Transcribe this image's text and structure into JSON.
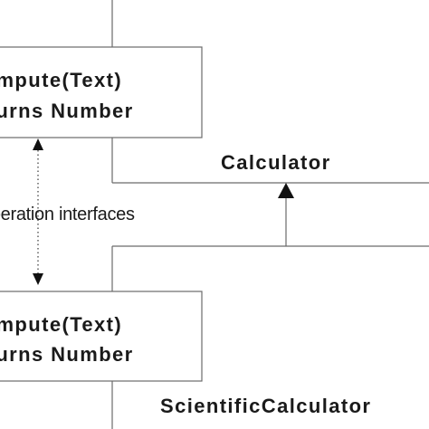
{
  "diagram": {
    "upper_operation": {
      "line1": "compute(Text)",
      "line2": "returns Number"
    },
    "lower_operation": {
      "line1": "compute(Text)",
      "line2": "returns Number"
    },
    "classes": {
      "calculator": "Calculator",
      "scientific_calculator": "ScientificCalculator"
    },
    "relation_label": "operation interfaces"
  }
}
